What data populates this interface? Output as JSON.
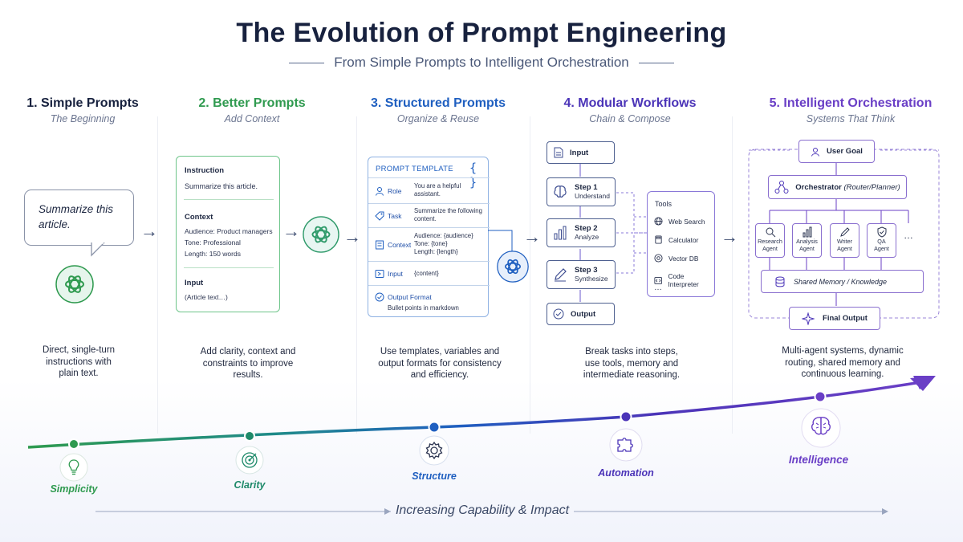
{
  "title": "The Evolution of Prompt Engineering",
  "subtitle": "From Simple Prompts to Intelligent Orchestration",
  "stages": [
    {
      "title": "1. Simple Prompts",
      "subtitle": "The Beginning",
      "color": "#17213e",
      "description": [
        "Direct, single-turn",
        "instructions with",
        "plain text."
      ]
    },
    {
      "title": "2. Better Prompts",
      "subtitle": "Add Context",
      "color": "#2f9a4f",
      "description": [
        "Add clarity, context and",
        "constraints to improve",
        "results."
      ]
    },
    {
      "title": "3. Structured Prompts",
      "subtitle": "Organize & Reuse",
      "color": "#1f5fc0",
      "description": [
        "Use templates, variables and",
        "output formats for consistency",
        "and efficiency."
      ]
    },
    {
      "title": "4. Modular Workflows",
      "subtitle": "Chain & Compose",
      "color": "#4b34b8",
      "description": [
        "Break tasks into steps,",
        "use tools, memory and",
        "intermediate reasoning."
      ]
    },
    {
      "title": "5. Intelligent Orchestration",
      "subtitle": "Systems That Think",
      "color": "#6a3fc6",
      "description": [
        "Multi-agent systems, dynamic",
        "routing, shared memory and",
        "continuous learning."
      ]
    }
  ],
  "panel1": {
    "bubble_text": "Summarize this article."
  },
  "panel2": {
    "instruction_label": "Instruction",
    "instruction_text": "Summarize this article.",
    "context_label": "Context",
    "context_lines": [
      "Audience: Product managers",
      "Tone: Professional",
      "Length: 150 words"
    ],
    "input_label": "Input",
    "input_text": "(Article text…)"
  },
  "panel3": {
    "header": "PROMPT TEMPLATE",
    "braces": "{ }",
    "rows": [
      {
        "label": "Role",
        "value": [
          "You are a helpful",
          "assistant."
        ]
      },
      {
        "label": "Task",
        "value": [
          "Summarize the following",
          "content."
        ]
      },
      {
        "label": "Context",
        "value": [
          "Audience: {audience}",
          "Tone: {tone}",
          "Length: {length}"
        ]
      },
      {
        "label": "Input",
        "value": [
          "{content}"
        ]
      }
    ],
    "output_label": "Output Format",
    "output_value": "Bullet points in markdown"
  },
  "panel4": {
    "input_label": "Input",
    "steps": [
      {
        "title": "Step 1",
        "sub": "Understand"
      },
      {
        "title": "Step 2",
        "sub": "Analyze"
      },
      {
        "title": "Step 3",
        "sub": "Synthesize"
      }
    ],
    "output_label": "Output",
    "tools_title": "Tools",
    "tools": [
      "Web Search",
      "Calculator",
      "Vector DB",
      "Code Interpreter"
    ],
    "tools_more": "…"
  },
  "panel5": {
    "user_goal": "User Goal",
    "orchestrator": "Orchestrator",
    "orchestrator_sub": "(Router/Planner)",
    "agents": [
      {
        "line1": "Research",
        "line2": "Agent"
      },
      {
        "line1": "Analysis",
        "line2": "Agent"
      },
      {
        "line1": "Writer",
        "line2": "Agent"
      },
      {
        "line1": "QA",
        "line2": "Agent"
      }
    ],
    "agents_more": "…",
    "memory": "Shared Memory / Knowledge",
    "final_output": "Final Output"
  },
  "milestones": [
    {
      "label": "Simplicity",
      "icon": "lightbulb-icon",
      "color": "#2f9a4f"
    },
    {
      "label": "Clarity",
      "icon": "target-icon",
      "color": "#1f8a6a"
    },
    {
      "label": "Structure",
      "icon": "gear-icon",
      "color": "#1f5fc0"
    },
    {
      "label": "Automation",
      "icon": "puzzle-icon",
      "color": "#4b34b8"
    },
    {
      "label": "Intelligence",
      "icon": "brain-icon",
      "color": "#6a3fc6"
    }
  ],
  "bottom_label": "Increasing Capability & Impact",
  "colors": {
    "green": "#2f9a4f",
    "blue": "#1f5fc0",
    "indigo": "#4b34b8",
    "purple": "#6a3fc6",
    "navy": "#17213e"
  }
}
